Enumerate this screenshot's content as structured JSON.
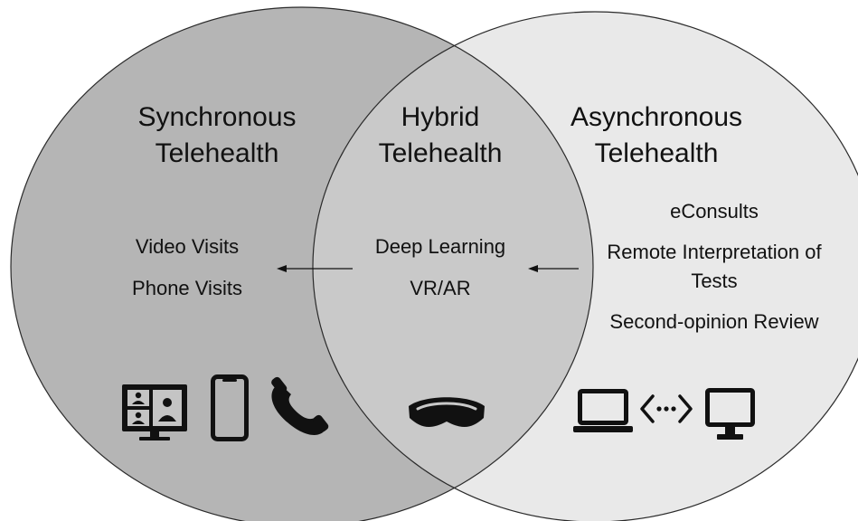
{
  "colors": {
    "left_circle": "#b5b5b5",
    "right_circle": "#e9e9e9",
    "overlap": "#c9c9c9",
    "stroke": "#2a2a2a",
    "icon": "#111111"
  },
  "synchronous": {
    "title_line1": "Synchronous",
    "title_line2": "Telehealth",
    "items": [
      "Video Visits",
      "Phone Visits"
    ],
    "icons": [
      "video-conference-monitor-icon",
      "smartphone-icon",
      "phone-handset-icon"
    ]
  },
  "hybrid": {
    "title_line1": "Hybrid",
    "title_line2": "Telehealth",
    "items": [
      "Deep Learning",
      "VR/AR"
    ],
    "icons": [
      "vr-headset-icon"
    ]
  },
  "asynchronous": {
    "title_line1": "Asynchronous",
    "title_line2": "Telehealth",
    "items": [
      "eConsults",
      "Remote Interpretation of",
      "Tests",
      "Second-opinion Review"
    ],
    "icons": [
      "laptop-icon",
      "data-exchange-icon",
      "desktop-monitor-icon"
    ]
  }
}
